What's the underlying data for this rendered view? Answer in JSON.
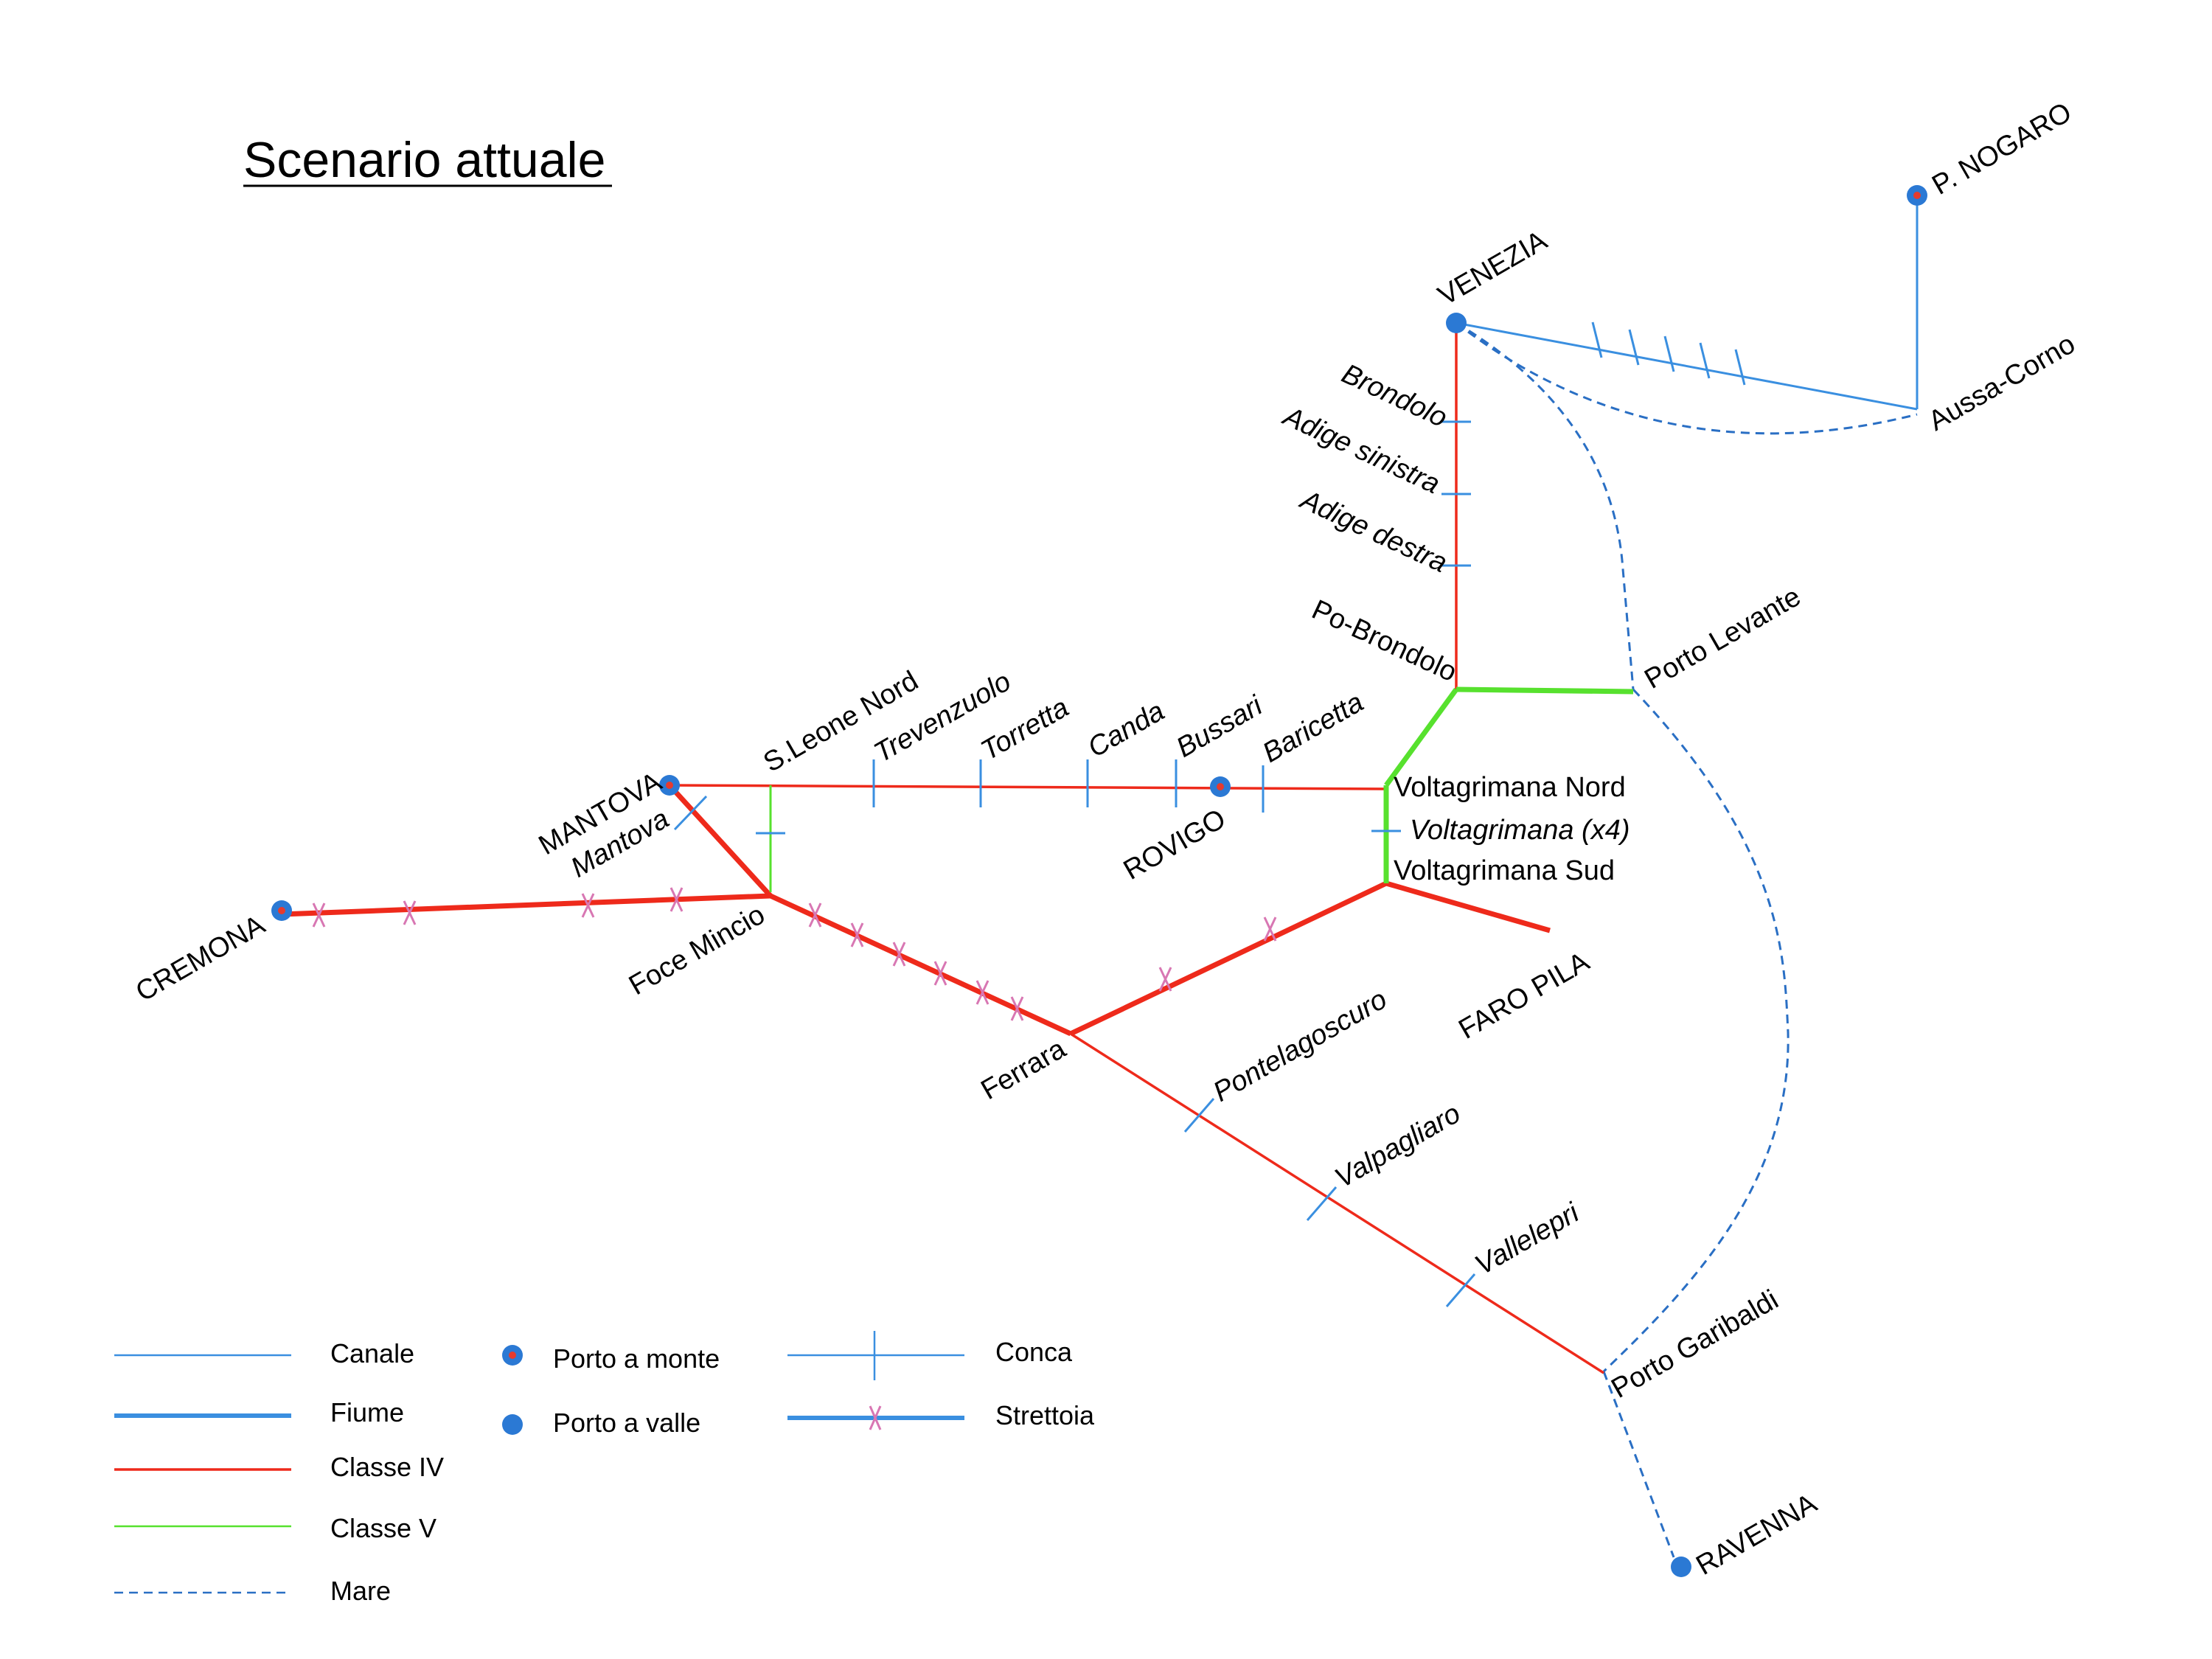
{
  "title": "Scenario attuale",
  "colors": {
    "canale": "#3a8fe0",
    "fiume": "#3a8fe0",
    "classe_iv": "#ee2a1b",
    "classe_v": "#57e12e",
    "mare": "#2a6fc4",
    "strettoia": "#d877b3",
    "porto_outer": "#2b79d4",
    "porto_inner": "#e63b2e"
  },
  "nodes": {
    "venezia": "VENEZIA",
    "p_nogaro": "P. NOGARO",
    "aussa_corno": "Aussa-Corno",
    "brondolo": "Brondolo",
    "adige_sinistra": "Adige sinistra",
    "adige_destra": "Adige destra",
    "po_brondolo": "Po-Brondolo",
    "porto_levante": "Porto Levante",
    "mantova": "MANTOVA",
    "mantova_lock": "Mantova",
    "s_leone_nord": "S.Leone Nord",
    "trevenzuolo": "Trevenzuolo",
    "torretta": "Torretta",
    "canda": "Canda",
    "bussari": "Bussari",
    "rovigo": "ROVIGO",
    "baricetta": "Baricetta",
    "voltagrimana_nord": "Voltagrimana Nord",
    "voltagrimana_x4": "Voltagrimana (x4)",
    "voltagrimana_sud": "Voltagrimana Sud",
    "cremona": "CREMONA",
    "foce_mincio": "Foce Mincio",
    "faro_pila": "FARO PILA",
    "ferrara": "Ferrara",
    "pontelagoscuro": "Pontelagoscuro",
    "valpagliaro": "Valpagliaro",
    "vallelepri": "Vallelepri",
    "porto_garibaldi": "Porto Garibaldi",
    "ravenna": "RAVENNA"
  },
  "legend": {
    "canale": "Canale",
    "fiume": "Fiume",
    "classe_iv": "Classe IV",
    "classe_v": "Classe V",
    "mare": "Mare",
    "porto_a_monte": "Porto a monte",
    "porto_a_valle": "Porto a valle",
    "conca": "Conca",
    "strettoia": "Strettoia"
  }
}
